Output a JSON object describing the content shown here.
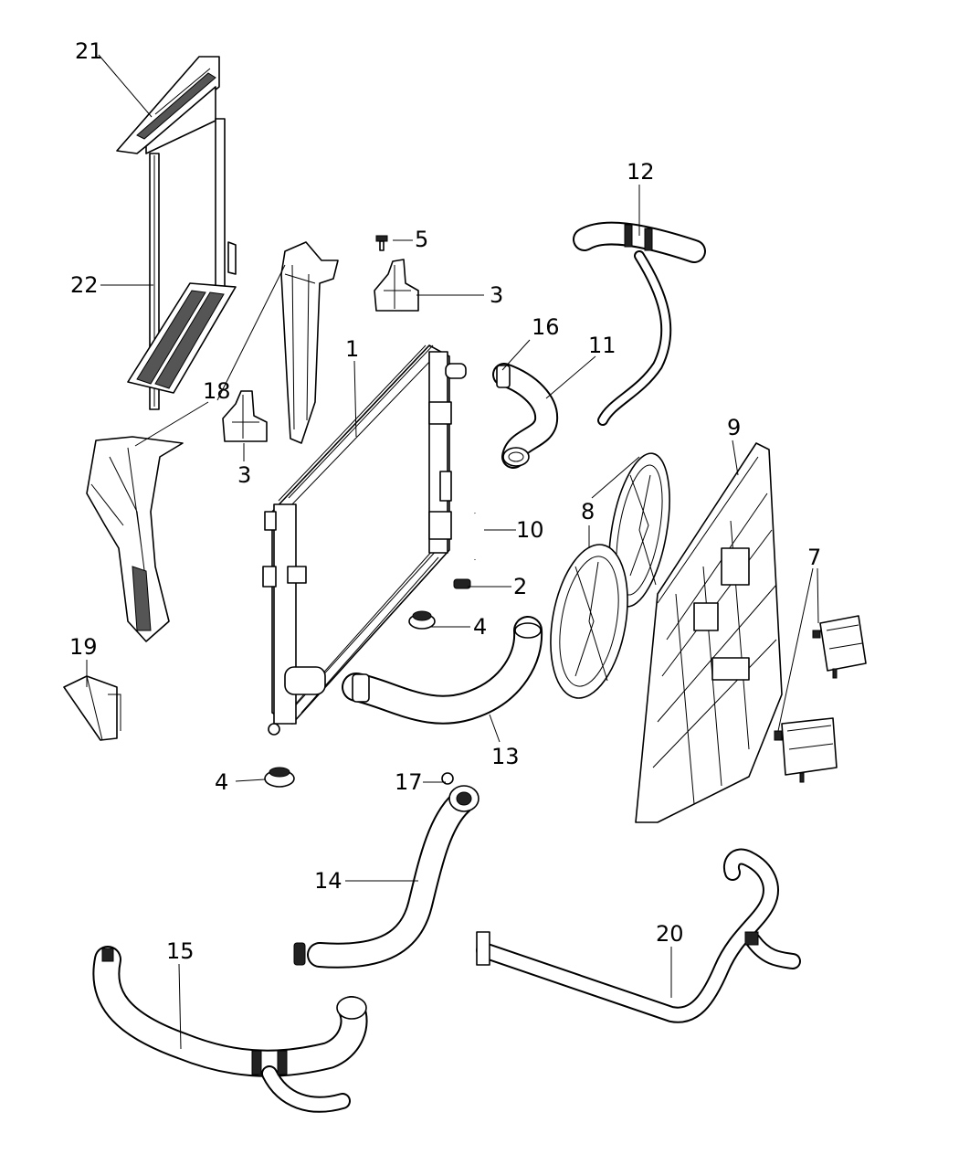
{
  "callouts": [
    {
      "id": "c1",
      "label": "1"
    },
    {
      "id": "c2",
      "label": "2"
    },
    {
      "id": "c3a",
      "label": "3"
    },
    {
      "id": "c3b",
      "label": "3"
    },
    {
      "id": "c4a",
      "label": "4"
    },
    {
      "id": "c4b",
      "label": "4"
    },
    {
      "id": "c5",
      "label": "5"
    },
    {
      "id": "c7",
      "label": "7"
    },
    {
      "id": "c8",
      "label": "8"
    },
    {
      "id": "c9",
      "label": "9"
    },
    {
      "id": "c10",
      "label": "10"
    },
    {
      "id": "c11",
      "label": "11"
    },
    {
      "id": "c12",
      "label": "12"
    },
    {
      "id": "c13",
      "label": "13"
    },
    {
      "id": "c14",
      "label": "14"
    },
    {
      "id": "c15",
      "label": "15"
    },
    {
      "id": "c16",
      "label": "16"
    },
    {
      "id": "c17",
      "label": "17"
    },
    {
      "id": "c18",
      "label": "18"
    },
    {
      "id": "c19",
      "label": "19"
    },
    {
      "id": "c20",
      "label": "20"
    },
    {
      "id": "c21",
      "label": "21"
    },
    {
      "id": "c22",
      "label": "22"
    }
  ]
}
